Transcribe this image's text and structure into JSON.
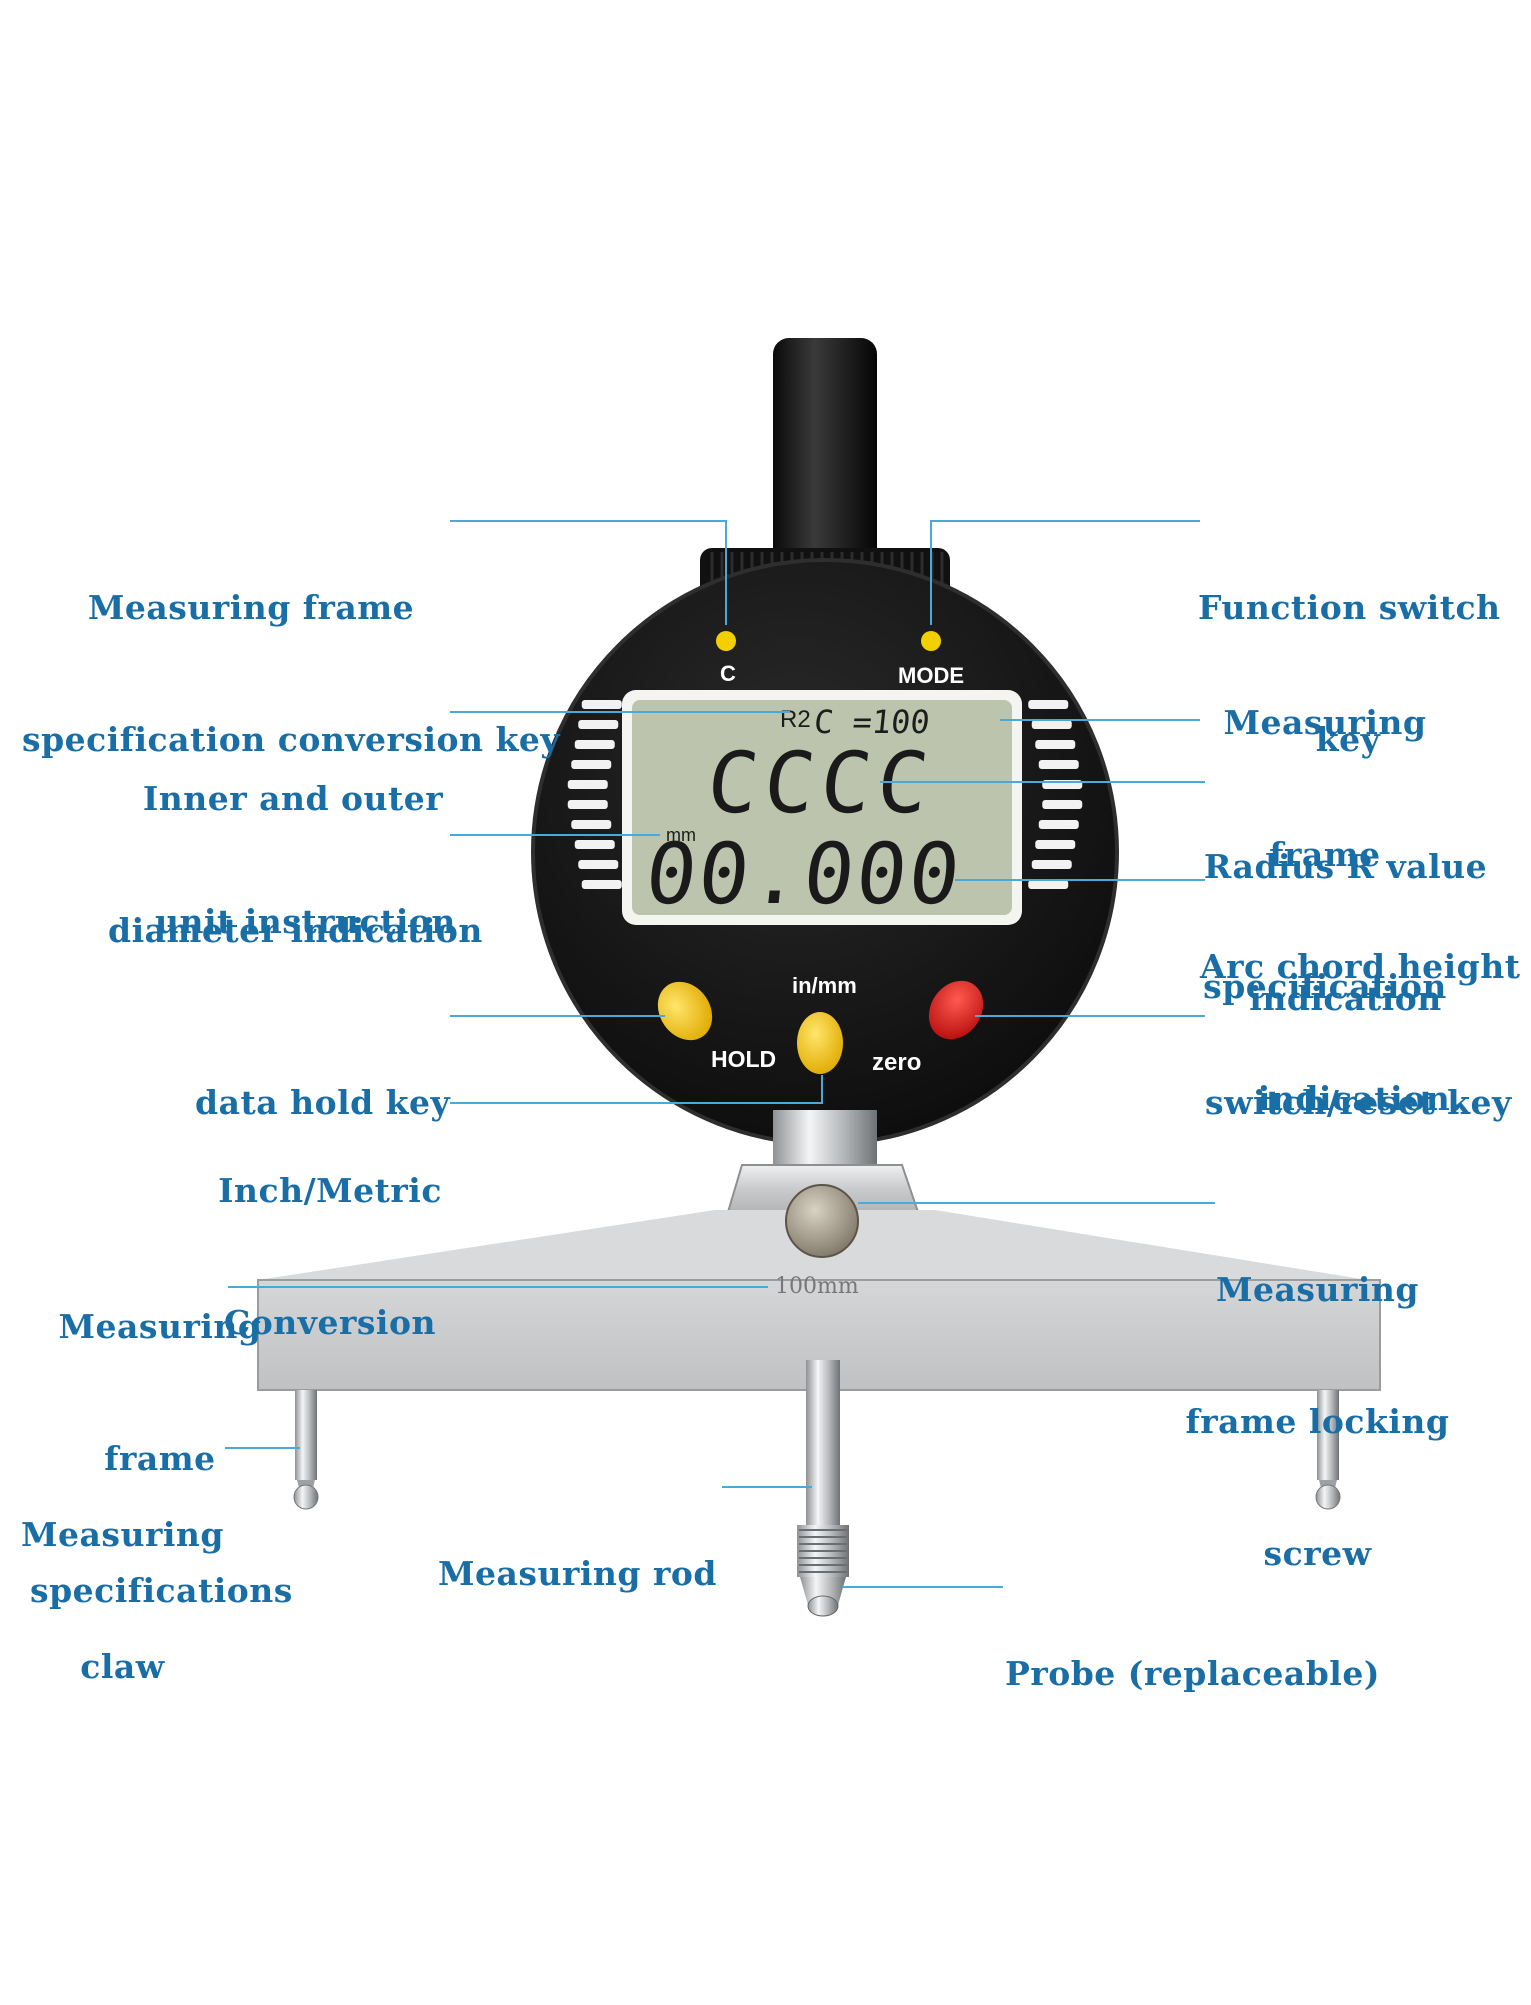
{
  "colors": {
    "label": "#1a6ea6",
    "leader": "#4aa9d6",
    "gauge_body": "#161616",
    "lcd": "#bcc4ad",
    "button_yellow": "#f5c500",
    "button_red": "#d81e1e",
    "frame_metal": "#c7c9cb"
  },
  "device": {
    "button_c": "C",
    "button_mode": "MODE",
    "button_inmm": "in/mm",
    "button_hold": "HOLD",
    "button_zero": "zero",
    "lcd_r_indicator": "R2",
    "lcd_spec": "C =100",
    "lcd_radius": "CCCC",
    "lcd_unit": "mm",
    "lcd_value": "00.000",
    "frame_marking": "100mm"
  },
  "labels": {
    "conversion_key": [
      "Measuring frame",
      "specification conversion key"
    ],
    "function_switch": [
      "Function switch",
      "key"
    ],
    "frame_spec": [
      "Measuring",
      "frame",
      "specification"
    ],
    "inner_outer": [
      "Inner and outer",
      "diameter indication"
    ],
    "radius_r": [
      "Radius R value",
      "indication"
    ],
    "unit": [
      "unit instruction"
    ],
    "arc_chord": [
      "Arc chord height",
      "indication."
    ],
    "data_hold": [
      "data hold key"
    ],
    "switch_reset": [
      "switch/reset key"
    ],
    "inch_metric": [
      "Inch/Metric",
      "Conversion"
    ],
    "locking_screw": [
      "Measuring",
      "frame locking",
      "screw"
    ],
    "frame_specs": [
      "Measuring",
      "frame",
      "specifications"
    ],
    "claw": [
      "Measuring",
      "claw"
    ],
    "rod": [
      "Measuring rod"
    ],
    "probe": [
      "Probe (replaceable)"
    ]
  }
}
